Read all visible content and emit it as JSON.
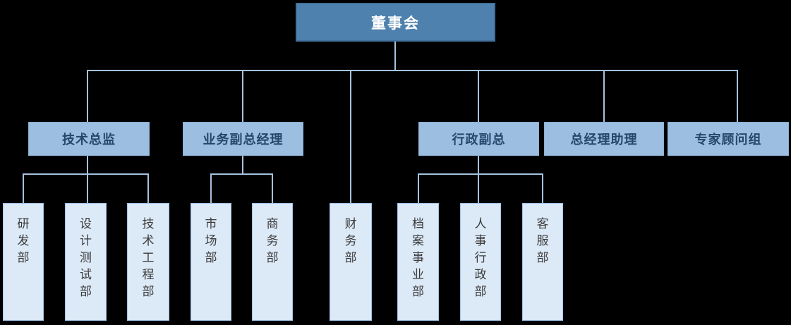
{
  "diagram": {
    "type": "org-chart",
    "root": {
      "label": "董事会"
    },
    "level2": [
      {
        "label": "技术总监"
      },
      {
        "label": "业务副总经理"
      },
      {
        "label": "行政副总"
      },
      {
        "label": "总经理助理"
      },
      {
        "label": "专家顾问组"
      }
    ],
    "level3": [
      {
        "label": "研发部",
        "parent": "技术总监"
      },
      {
        "label": "设计测试部",
        "parent": "技术总监"
      },
      {
        "label": "技术工程部",
        "parent": "技术总监"
      },
      {
        "label": "市场部",
        "parent": "业务副总经理"
      },
      {
        "label": "商务部",
        "parent": "业务副总经理"
      },
      {
        "label": "财务部",
        "parent": "董事会"
      },
      {
        "label": "档案事业部",
        "parent": "行政副总"
      },
      {
        "label": "人事行政部",
        "parent": "行政副总"
      },
      {
        "label": "客服部",
        "parent": "行政副总"
      }
    ],
    "colors": {
      "background": "#000000",
      "root_fill": "#4E81AD",
      "root_border": "#41719C",
      "root_text": "#FFFFFF",
      "level2_fill": "#9CBFE1",
      "level2_border": "#8AAFD3",
      "level2_text": "#24476A",
      "level3_fill": "#DCE9F7",
      "level3_border": "#9DC3E6",
      "level3_text": "#3B3B3B",
      "connector": "#A5C2DE"
    }
  }
}
